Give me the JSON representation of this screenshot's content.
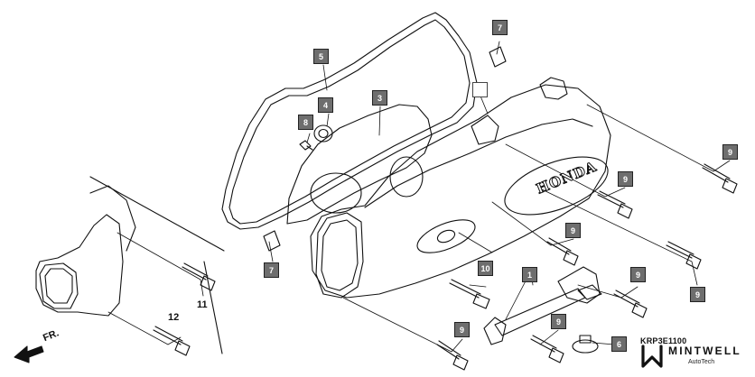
{
  "diagram": {
    "callouts": [
      {
        "id": "c1",
        "label": "1"
      },
      {
        "id": "c3",
        "label": "3"
      },
      {
        "id": "c4",
        "label": "4"
      },
      {
        "id": "c5",
        "label": "5"
      },
      {
        "id": "c6",
        "label": "6"
      },
      {
        "id": "c7a",
        "label": "7"
      },
      {
        "id": "c7b",
        "label": "7"
      },
      {
        "id": "c8",
        "label": "8"
      },
      {
        "id": "c9a",
        "label": "9"
      },
      {
        "id": "c9b",
        "label": "9"
      },
      {
        "id": "c9c",
        "label": "9"
      },
      {
        "id": "c9d",
        "label": "9"
      },
      {
        "id": "c9e",
        "label": "9"
      },
      {
        "id": "c9f",
        "label": "9"
      },
      {
        "id": "c9g",
        "label": "9"
      },
      {
        "id": "c10",
        "label": "10"
      },
      {
        "id": "c11",
        "label": "11"
      },
      {
        "id": "c12",
        "label": "12"
      },
      {
        "id": "cblank",
        "label": ""
      }
    ],
    "cover_logo": "HONDA",
    "direction_label": "FR.",
    "diagram_code": "KRP3E1100"
  },
  "brand": {
    "name": "MINTWELL",
    "sub": "AutoTech"
  }
}
